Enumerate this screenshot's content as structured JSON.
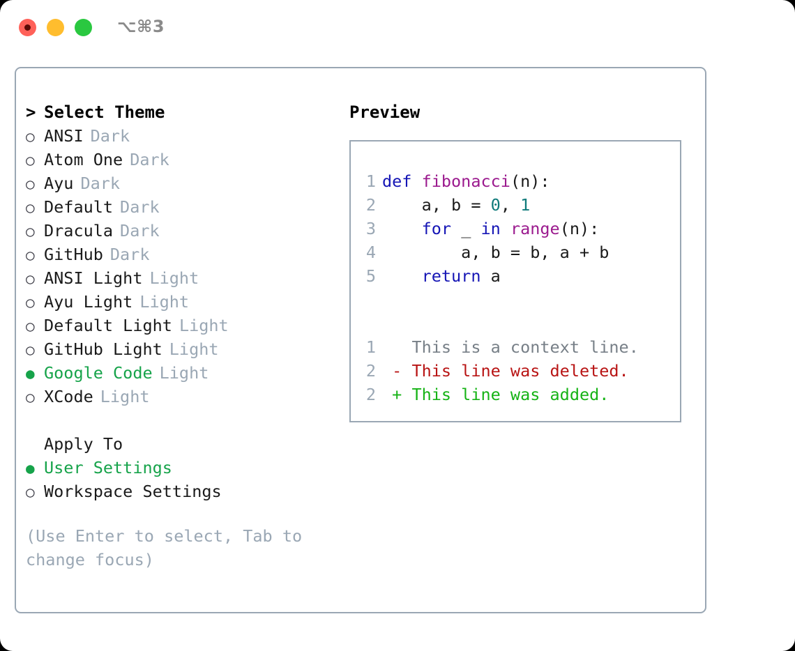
{
  "window": {
    "title": "⌥⌘3",
    "traffic_lights": [
      {
        "name": "close",
        "color": "#ff6159"
      },
      {
        "name": "minimize",
        "color": "#ffbd2e"
      },
      {
        "name": "maximize",
        "color": "#2ac840"
      }
    ],
    "accent_selected": "#16a34a",
    "border_color": "#9aa7b4"
  },
  "theme_picker": {
    "header": "Select Theme",
    "header_prefix": ">",
    "bullet_unselected": "○",
    "bullet_selected": "●",
    "items": [
      {
        "name": "ANSI",
        "kind": "Dark",
        "selected": false
      },
      {
        "name": "Atom One",
        "kind": "Dark",
        "selected": false
      },
      {
        "name": "Ayu",
        "kind": "Dark",
        "selected": false
      },
      {
        "name": "Default",
        "kind": "Dark",
        "selected": false
      },
      {
        "name": "Dracula",
        "kind": "Dark",
        "selected": false
      },
      {
        "name": "GitHub",
        "kind": "Dark",
        "selected": false
      },
      {
        "name": "ANSI Light",
        "kind": "Light",
        "selected": false
      },
      {
        "name": "Ayu Light",
        "kind": "Light",
        "selected": false
      },
      {
        "name": "Default Light",
        "kind": "Light",
        "selected": false
      },
      {
        "name": "GitHub Light",
        "kind": "Light",
        "selected": false
      },
      {
        "name": "Google Code",
        "kind": "Light",
        "selected": true
      },
      {
        "name": "XCode",
        "kind": "Light",
        "selected": false
      }
    ]
  },
  "apply_to": {
    "header": "Apply To",
    "options": [
      {
        "label": "User Settings",
        "selected": true
      },
      {
        "label": "Workspace Settings",
        "selected": false
      }
    ]
  },
  "hint": "(Use Enter to select, Tab to change focus)",
  "preview": {
    "title": "Preview",
    "code_lines": [
      {
        "no": "1",
        "tokens": [
          {
            "t": "def ",
            "c": "kw"
          },
          {
            "t": "fibonacci",
            "c": "fn"
          },
          {
            "t": "(n):",
            "c": "txt"
          }
        ]
      },
      {
        "no": "2",
        "tokens": [
          {
            "t": "    a, b = ",
            "c": "txt"
          },
          {
            "t": "0",
            "c": "num"
          },
          {
            "t": ", ",
            "c": "txt"
          },
          {
            "t": "1",
            "c": "num"
          }
        ]
      },
      {
        "no": "3",
        "tokens": [
          {
            "t": "    ",
            "c": "txt"
          },
          {
            "t": "for",
            "c": "kw"
          },
          {
            "t": " _ ",
            "c": "txt"
          },
          {
            "t": "in",
            "c": "kw"
          },
          {
            "t": " ",
            "c": "txt"
          },
          {
            "t": "range",
            "c": "fn"
          },
          {
            "t": "(n):",
            "c": "txt"
          }
        ]
      },
      {
        "no": "4",
        "tokens": [
          {
            "t": "        a, b = b, a + b",
            "c": "txt"
          }
        ]
      },
      {
        "no": "5",
        "tokens": [
          {
            "t": "    ",
            "c": "txt"
          },
          {
            "t": "return",
            "c": "kw"
          },
          {
            "t": " a",
            "c": "txt"
          }
        ]
      }
    ],
    "diff_lines": [
      {
        "no": "1",
        "marker": " ",
        "text": "This is a context line.",
        "kind": "ctx"
      },
      {
        "no": "2",
        "marker": "-",
        "text": "This line was deleted.",
        "kind": "del"
      },
      {
        "no": "2",
        "marker": "+",
        "text": "This line was added.",
        "kind": "add"
      }
    ]
  },
  "colors": {
    "keyword": "#1515b5",
    "function": "#9b1a8e",
    "number": "#0e7a7a",
    "text": "#1a1a1a",
    "line_number": "#9aa7b4",
    "diff_context": "#777f87",
    "diff_deleted": "#b81414",
    "diff_added": "#16b316",
    "muted": "#9aa7b4"
  }
}
